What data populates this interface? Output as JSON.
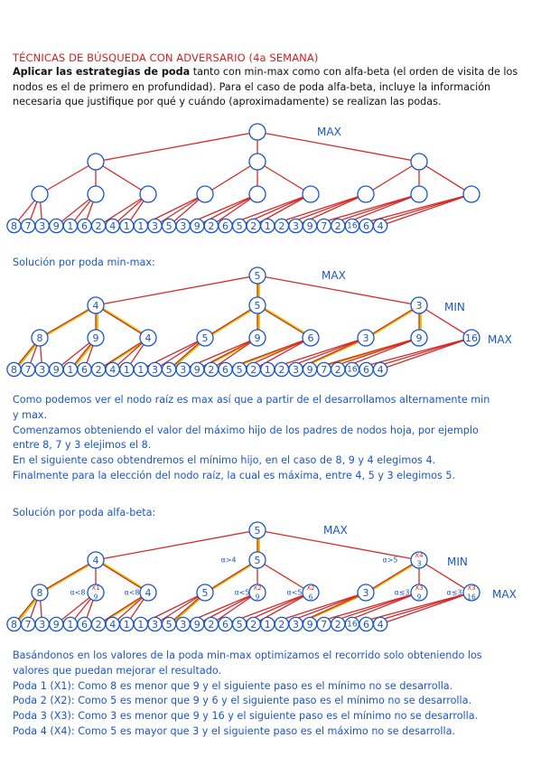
{
  "title": "TÉCNICAS DE BÚSQUEDA CON ADVERSARIO (4a SEMANA)",
  "intro": {
    "line1_a": "Aplicar las estrategias de ",
    "line1_b": "poda",
    "line1_c": " tanto con min-max como con alfa-beta (el orden de visita de los",
    "line2": "nodos es el de primero en profundidad). Para el caso de poda alfa-beta, incluye la información",
    "line3": "necesaria que justifique por qué y cuándo (aproximadamente) se realizan las podas."
  },
  "labels": {
    "max": "MAX",
    "min": "MIN"
  },
  "leaves": [
    "8",
    "7",
    "3",
    "9",
    "1",
    "6",
    "2",
    "4",
    "1",
    "1",
    "3",
    "5",
    "3",
    "9",
    "2",
    "6",
    "5",
    "2",
    "1",
    "2",
    "3",
    "9",
    "7",
    "2",
    "16",
    "6",
    "4"
  ],
  "minmax": {
    "heading": "Solución por poda min-max:",
    "root": "5",
    "level1": [
      "4",
      "5",
      "3"
    ],
    "level2": [
      "8",
      "9",
      "4",
      "5",
      "9",
      "6",
      "3",
      "9",
      "16"
    ]
  },
  "explanation": [
    "Como podemos ver el nodo raíz es max así que a partir de el desarrollamos alternamente min",
    "y max.",
    "Comenzamos obteniendo el valor del máximo hijo de los padres de nodos hoja, por ejemplo",
    "entre 8, 7 y 3 elejimos el 8.",
    "En el siguiente caso obtendremos el mínimo hijo, en el caso de 8, 9 y 4 elegimos 4.",
    "Finalmente para la elección del nodo raíz, la cual es máxima, entre 4, 5 y 3 elegimos 5."
  ],
  "alphabeta": {
    "heading": "Solución por poda alfa-beta:",
    "root": "5",
    "level1": [
      "4",
      "5",
      "3"
    ],
    "x4_mark": "X4",
    "level2": [
      "8",
      "",
      "4",
      "5",
      "",
      "",
      "3",
      "",
      ""
    ],
    "pruned": [
      {
        "mark": "X1",
        "value": "9"
      },
      {
        "mark": "X2",
        "value": "9"
      },
      {
        "mark": "X2",
        "value": "6"
      },
      {
        "mark": "X3",
        "value": "9"
      },
      {
        "mark": "X3",
        "value": "16"
      }
    ],
    "conditions": {
      "a_gt4": "α>4",
      "a_gt5": "α>5",
      "a_lt8": "α<8",
      "a_lt5": "α<5",
      "a_le3": "α≤3"
    }
  },
  "conclusion": [
    "Basándonos en los valores de la poda min-max optimizamos el recorrido solo obteniendo los",
    "valores que puedan mejorar el resultado.",
    "Poda 1 (X1): Como 8 es menor que 9 y el siguiente paso es el mínimo no se desarrolla.",
    "Poda 2 (X2): Como 5 es menor que 9 y 6 y el siguiente paso es el mínimo no se desarrolla.",
    "Poda 3 (X3): Como 3 es menor que 9 y 16 y el siguiente paso es el mínimo no se desarrolla.",
    "Poda 4 (X4): Como 5 es mayor que 3 y el siguiente paso es el máximo no se desarrolla."
  ],
  "colors": {
    "edge": "#d42a2a",
    "highlight": "#d8c400",
    "node": "#1a56c8",
    "text": "#1a56c8",
    "title": "#d32020"
  }
}
